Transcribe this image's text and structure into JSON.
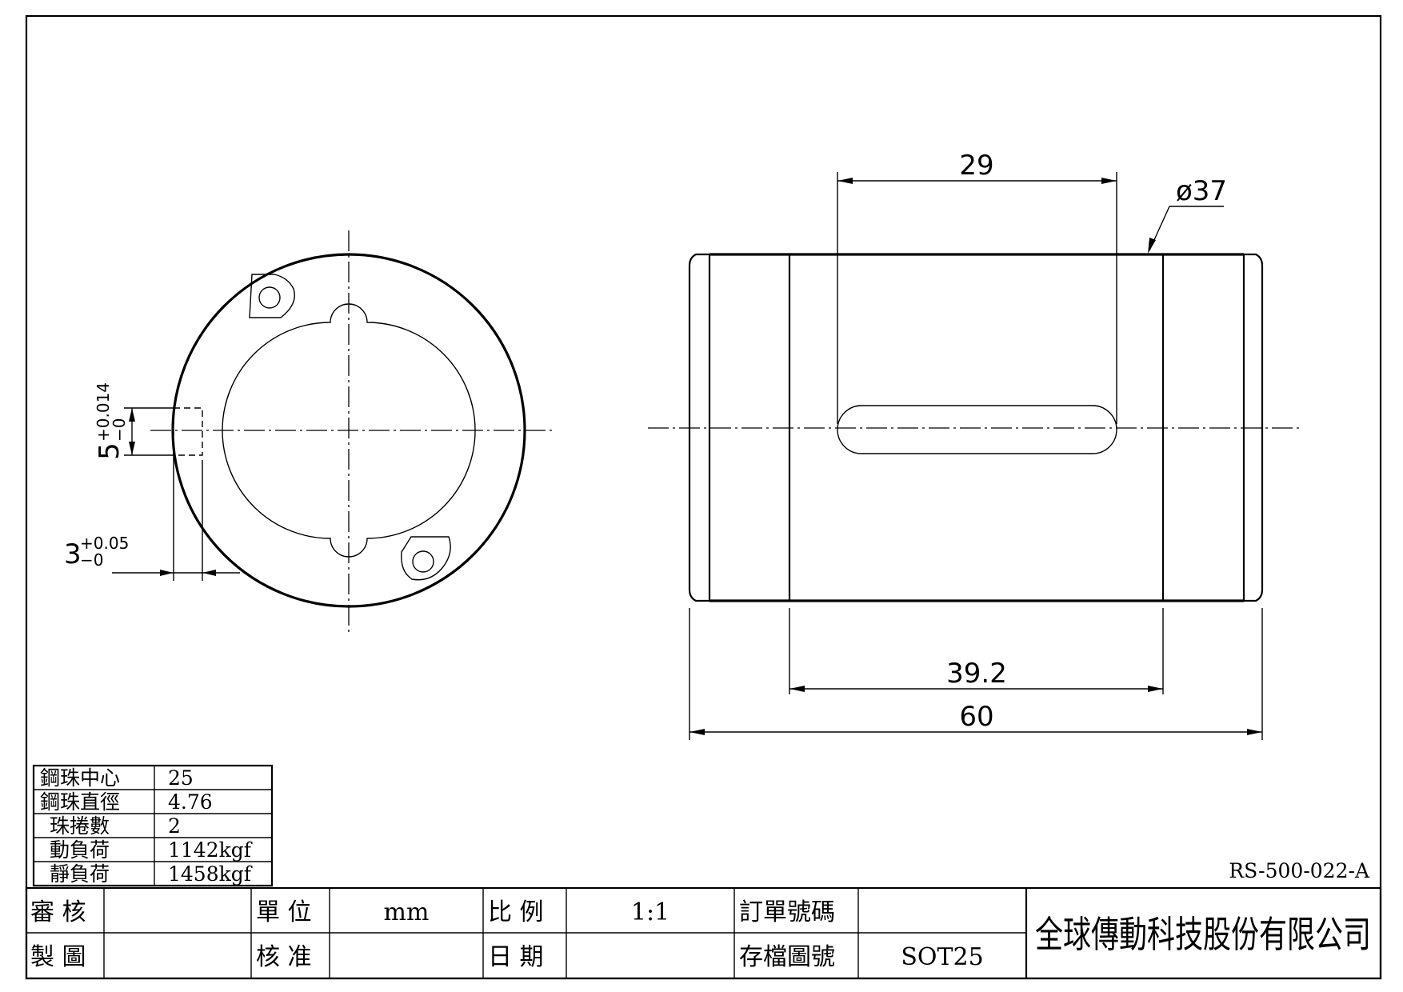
{
  "dimensions": {
    "top_width": "29",
    "outer_diameter": "ø37",
    "body_length": "39.2",
    "overall_length": "60",
    "slot_width_main": "5",
    "slot_width_tol_upper": "+0.014",
    "slot_width_tol_lower": "−0",
    "slot_depth_main": "3",
    "slot_depth_tol_upper": "+0.05",
    "slot_depth_tol_lower": "−0"
  },
  "spec_table": [
    {
      "label": "鋼珠中心",
      "value": "25"
    },
    {
      "label": "鋼珠直徑",
      "value": "4.76"
    },
    {
      "label": "珠捲數",
      "value": "2"
    },
    {
      "label": "動負荷",
      "value": "1142kgf"
    },
    {
      "label": "靜負荷",
      "value": "1458kgf"
    }
  ],
  "title_block": {
    "review_label": "審  核",
    "review_value": "",
    "drawn_label": "製  圖",
    "drawn_value": "",
    "unit_label": "單  位",
    "unit_value": "mm",
    "approve_label": "核  准",
    "approve_value": "",
    "scale_label": "比  例",
    "scale_value": "1:1",
    "date_label": "日  期",
    "date_value": "",
    "order_label": "訂單號碼",
    "order_value": "",
    "file_label": "存檔圖號",
    "file_value": "SOT25",
    "company": "全球傳動科技股份有限公司"
  },
  "drawing_number": "RS-500-022-A"
}
